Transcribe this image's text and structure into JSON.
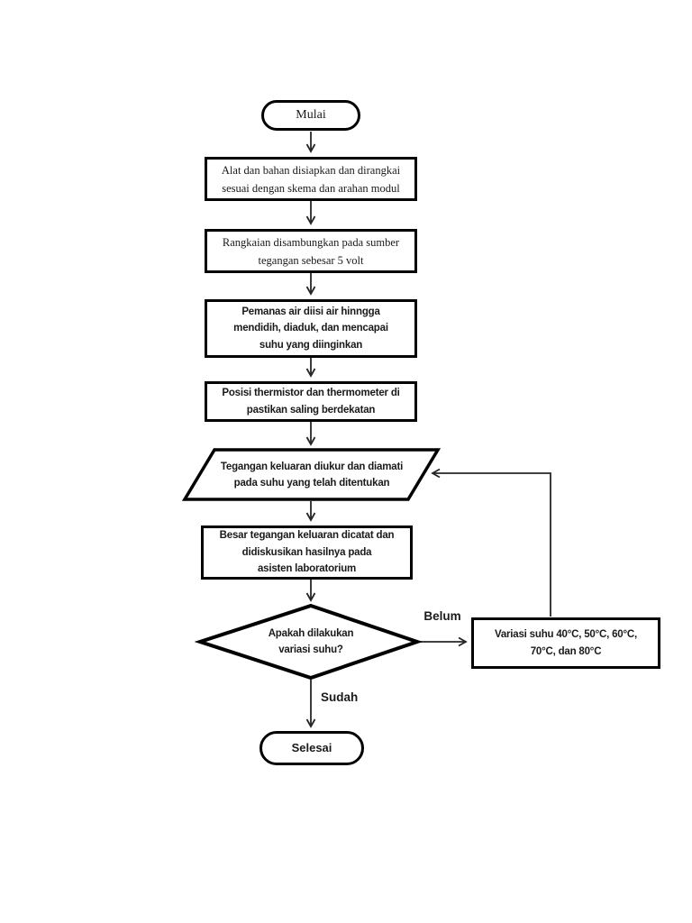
{
  "flowchart": {
    "nodes": {
      "start": {
        "shape": "terminator",
        "lines": [
          "Mulai"
        ]
      },
      "prepare": {
        "shape": "process",
        "lines": [
          "Alat dan bahan disiapkan dan dirangkai",
          "sesuai dengan skema dan arahan modul"
        ]
      },
      "connect": {
        "shape": "process",
        "lines": [
          "Rangkaian disambungkan pada sumber",
          "tegangan sebesar 5 volt"
        ]
      },
      "heat": {
        "shape": "process",
        "lines": [
          "Pemanas air diisi air hinngga",
          "mendidih, diaduk, dan mencapai",
          "suhu yang diinginkan"
        ]
      },
      "position": {
        "shape": "process",
        "lines": [
          "Posisi thermistor dan thermometer di",
          "pastikan saling berdekatan"
        ]
      },
      "measure": {
        "shape": "input-output",
        "lines": [
          "Tegangan keluaran diukur dan diamati",
          "pada suhu yang telah ditentukan"
        ]
      },
      "record": {
        "shape": "process",
        "lines": [
          "Besar tegangan keluaran dicatat dan",
          "didiskusikan hasilnya pada",
          "asisten laboratorium"
        ]
      },
      "decision": {
        "shape": "decision",
        "lines": [
          "Apakah dilakukan",
          "variasi suhu?"
        ]
      },
      "variation": {
        "shape": "process",
        "lines": [
          "Variasi suhu 40°C, 50°C, 60°C,",
          "70°C, dan 80°C"
        ]
      },
      "end": {
        "shape": "terminator",
        "lines": [
          "Selesai"
        ]
      }
    },
    "edge_labels": {
      "no": "Belum",
      "yes": "Sudah"
    },
    "colors": {
      "shape_border": "#000000",
      "connector": "#262626",
      "text": "#1a1a1a",
      "background": "#ffffff"
    }
  }
}
